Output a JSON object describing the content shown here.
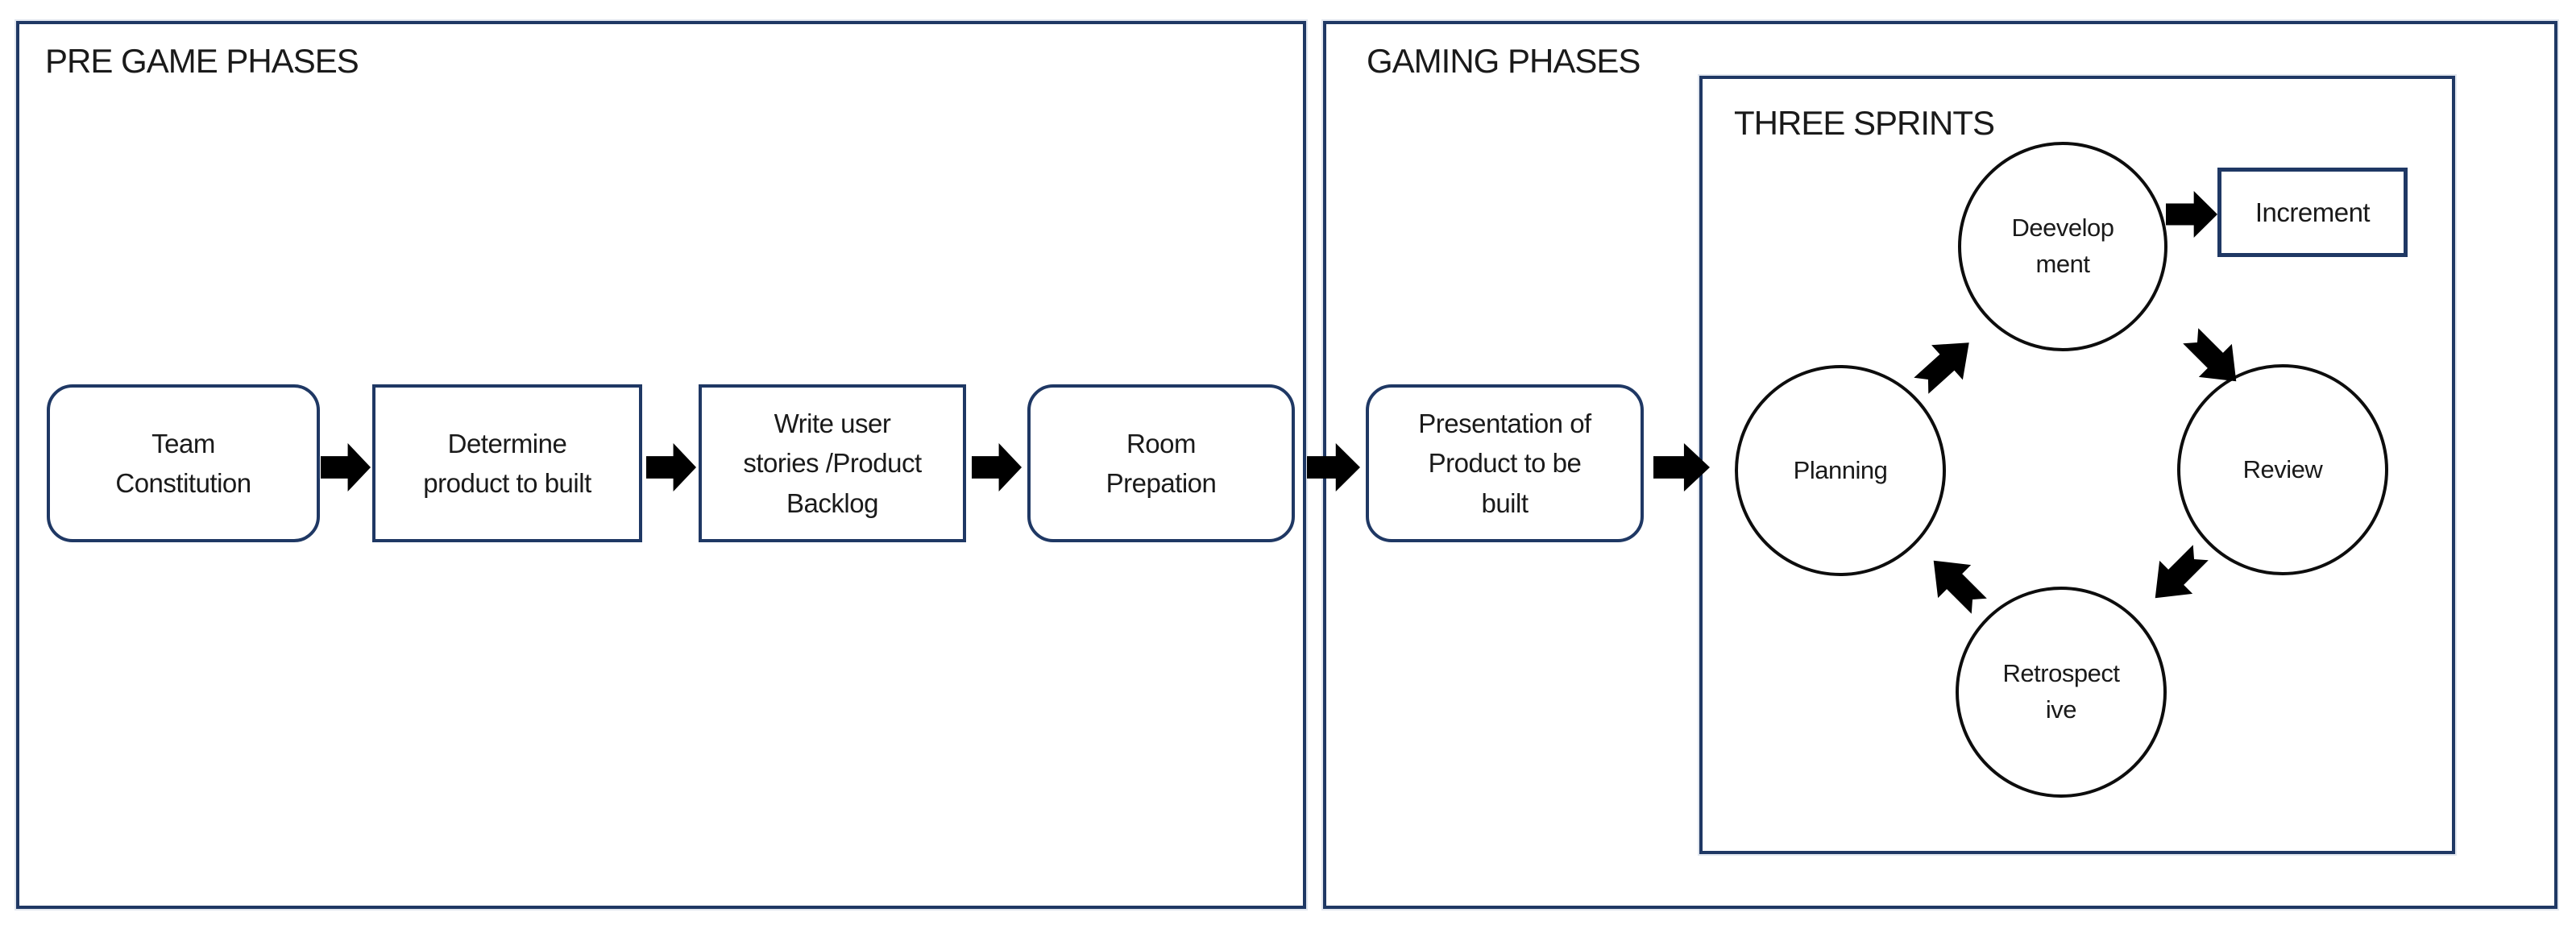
{
  "panels": {
    "pre_game": {
      "title": "PRE GAME PHASES"
    },
    "gaming": {
      "title": "GAMING PHASES"
    },
    "three_sprints": {
      "title": "THREE SPRINTS"
    }
  },
  "pre_game_steps": [
    {
      "label": "Team\nConstitution",
      "shape": "rounded"
    },
    {
      "label": "Determine\nproduct to built",
      "shape": "rectangle"
    },
    {
      "label": "Write user\nstories /Product\nBacklog",
      "shape": "rectangle"
    },
    {
      "label": "Room\nPrepation",
      "shape": "rounded"
    }
  ],
  "gaming_steps": [
    {
      "label": "Presentation of\nProduct to be\nbuilt",
      "shape": "rounded"
    }
  ],
  "sprint_cycle": [
    {
      "label": "Planning"
    },
    {
      "label": "Deevelop\nment"
    },
    {
      "label": "Review"
    },
    {
      "label": "Retrospect\nive"
    }
  ],
  "increment_label": "Increment",
  "colors": {
    "panel_border": "#1f3864",
    "node_border": "#1f3864",
    "circle_border": "#0d0d0d",
    "arrow_fill": "#000000",
    "text": "#1a1a1a",
    "background": "#ffffff"
  }
}
